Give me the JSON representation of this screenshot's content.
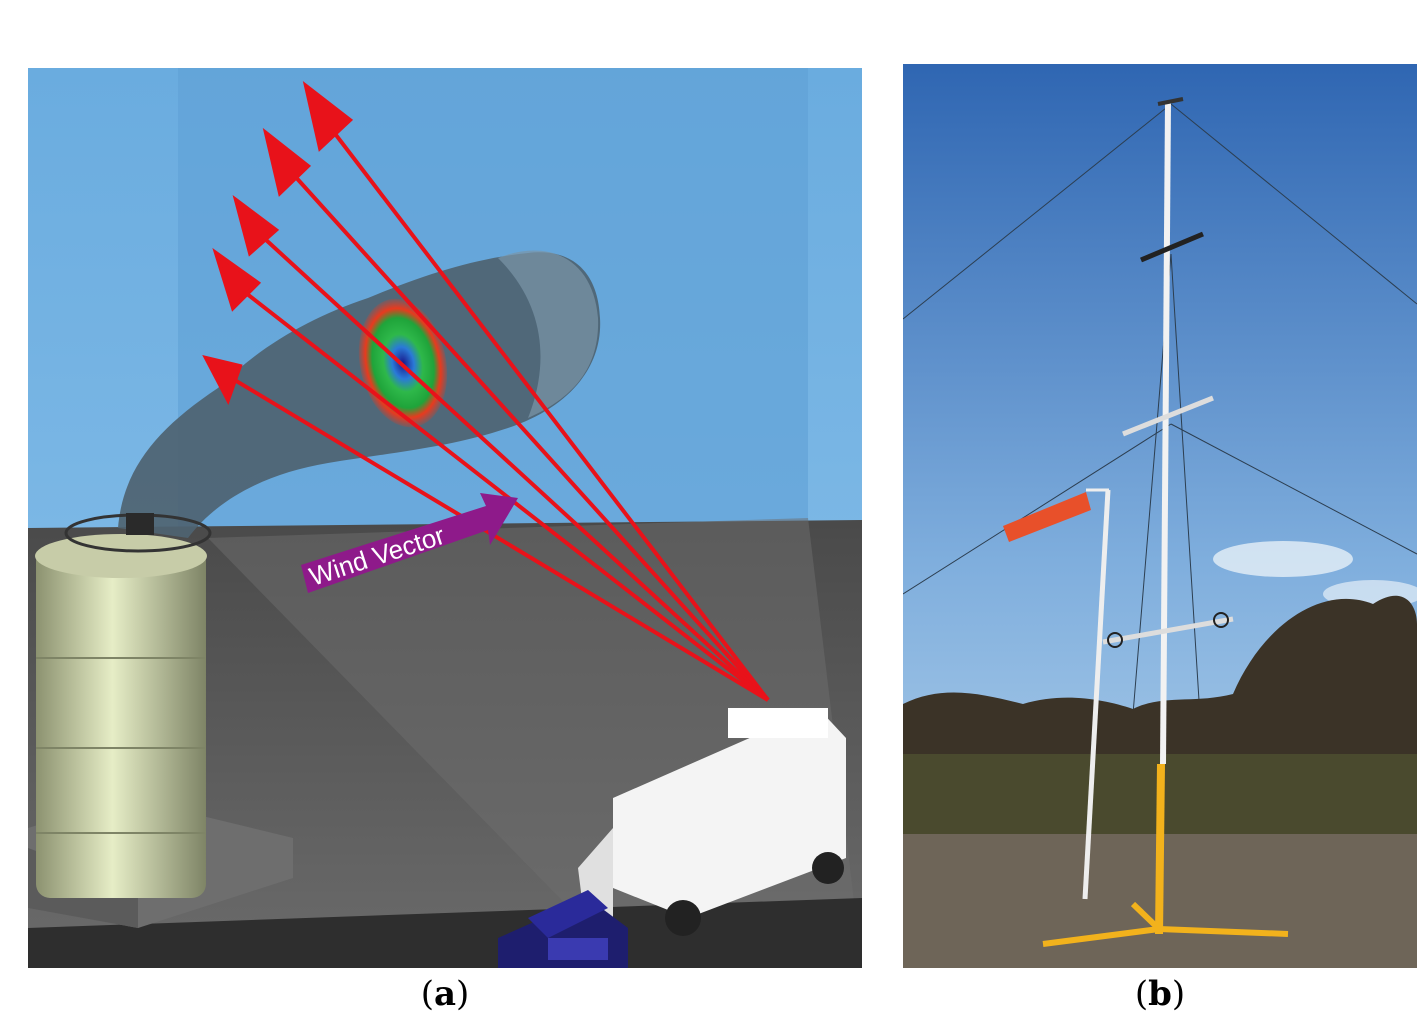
{
  "panel_a": {
    "wind_label": "Wind Vector",
    "caption_letter": "a"
  },
  "panel_b": {
    "caption_letter": "b"
  },
  "colors": {
    "sky_a": "#6FB0E2",
    "ground_a": "#555555",
    "arrow_red": "#E8121A",
    "wind_arrow": "#8E1A8A",
    "plume": "#4F6572",
    "sky_b_top": "#3A6FB8",
    "sky_b_bottom": "#B8D6F0",
    "windsock": "#E8502A",
    "mast_base": "#F2B21C"
  }
}
